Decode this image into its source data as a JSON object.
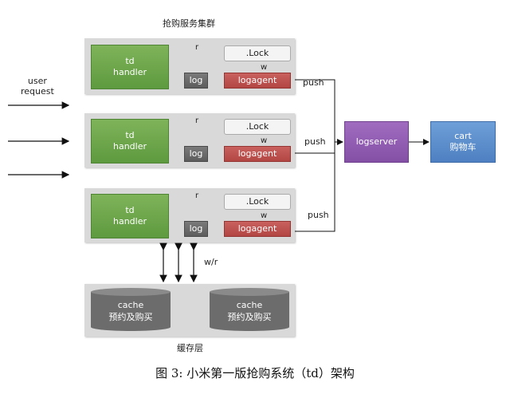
{
  "cluster_title": "抢购服务集群",
  "user_request": "user\nrequest",
  "clusters": [
    {
      "handler": "td\nhandler",
      "log": "log",
      "logagent": "logagent",
      "lock": ".Lock",
      "r": "r",
      "w": "w",
      "push": "push"
    },
    {
      "handler": "td\nhandler",
      "log": "log",
      "logagent": "logagent",
      "lock": ".Lock",
      "r": "r",
      "w": "w",
      "push": "push"
    },
    {
      "handler": "td\nhandler",
      "log": "log",
      "logagent": "logagent",
      "lock": ".Lock",
      "r": "r",
      "w": "w",
      "push": "push"
    }
  ],
  "logserver": "logserver",
  "cart": "cart\n购物车",
  "wr": "w/r",
  "caches": [
    {
      "label": "cache\n预约及购买"
    },
    {
      "label": "cache\n预约及购买"
    }
  ],
  "cache_layer": "缓存层",
  "caption": "图 3: 小米第一版抢购系统（td）架构"
}
